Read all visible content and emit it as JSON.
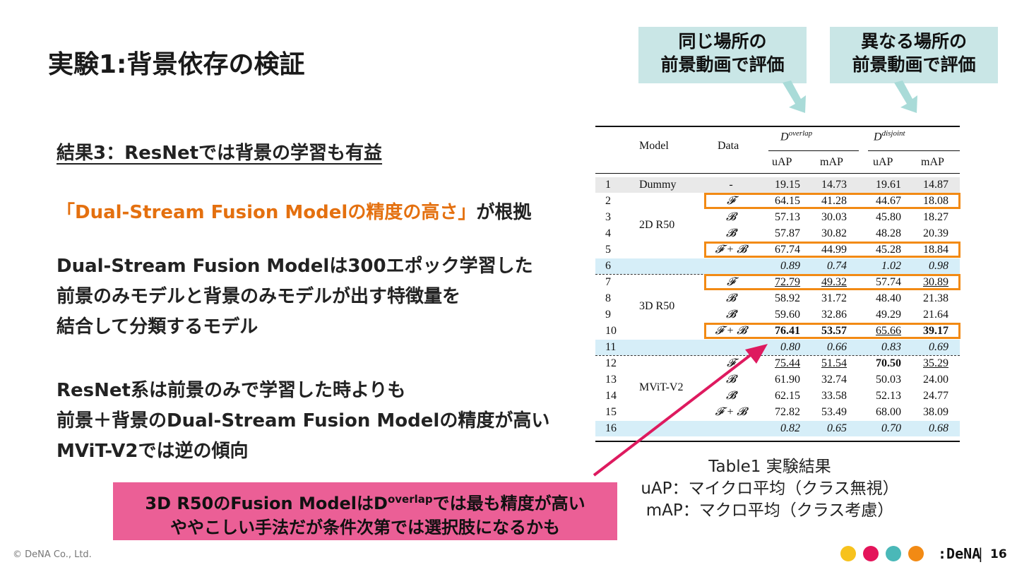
{
  "title": "実験1:背景依存の検証",
  "callouts": {
    "same": [
      "同じ場所の",
      "前景動画で評価"
    ],
    "different": [
      "異なる場所の",
      "前景動画で評価"
    ]
  },
  "result": {
    "heading": "結果3：ResNetでは背景の学習も有益",
    "basis_highlight": "「Dual-Stream Fusion Modelの精度の高さ」",
    "basis_suffix": "が根拠",
    "para1": [
      "Dual-Stream Fusion Modelは300エポック学習した",
      "前景のみモデルと背景のみモデルが出す特徴量を",
      "結合して分類するモデル"
    ],
    "para2": [
      "ResNet系は前景のみで学習した時よりも",
      "前景＋背景のDual-Stream Fusion Modelの精度が高い",
      "MViT-V2では逆の傾向"
    ]
  },
  "highlight_box": {
    "line1_pre": "3D R50のFusion ModelはD",
    "line1_sup": "overlap",
    "line1_post": "では最も精度が高い",
    "line2": "ややこしい手法だが条件次第では選択肢になるかも"
  },
  "caption": [
    "Table1 実験結果",
    "uAP：マイクロ平均（クラス無視）",
    "mAP：マクロ平均（クラス考慮）"
  ],
  "footer": {
    "copyright": "© DeNA Co., Ltd.",
    "logo": ":DeNA",
    "separator": "|",
    "page": "16"
  },
  "brand_colors": {
    "dot1": "#f7c21d",
    "dot2": "#e4145a",
    "dot3": "#4ab8b8",
    "dot4": "#f28a14",
    "orange": "#e4700f",
    "pink": "#eb5f96",
    "teal": "#c9e6e6"
  },
  "table": {
    "headers": {
      "model": "Model",
      "data": "Data",
      "overlap": "D",
      "overlap_sup": "overlap",
      "disjoint": "D",
      "disjoint_sup": "disjoint",
      "uap": "uAP",
      "map": "mAP"
    },
    "rows": [
      {
        "n": "1",
        "model": "Dummy",
        "data": "-",
        "ov_u": "19.15",
        "ov_m": "14.73",
        "dj_u": "19.61",
        "dj_m": "14.87"
      },
      {
        "n": "2",
        "model": "",
        "data": "𝓕",
        "ov_u": "64.15",
        "ov_m": "41.28",
        "dj_u": "44.67",
        "dj_m": "18.08"
      },
      {
        "n": "3",
        "model": "2D R50",
        "data": "𝓑",
        "ov_u": "57.13",
        "ov_m": "30.03",
        "dj_u": "45.80",
        "dj_m": "18.27"
      },
      {
        "n": "4",
        "model": "",
        "data": "𝓑̃",
        "ov_u": "57.87",
        "ov_m": "30.82",
        "dj_u": "48.28",
        "dj_m": "20.39"
      },
      {
        "n": "5",
        "model": "",
        "data": "𝓕 + 𝓑",
        "ov_u": "67.74",
        "ov_m": "44.99",
        "dj_u": "45.28",
        "dj_m": "18.84"
      },
      {
        "n": "6",
        "model": "",
        "data": "",
        "ov_u": "0.89",
        "ov_m": "0.74",
        "dj_u": "1.02",
        "dj_m": "0.98"
      },
      {
        "n": "7",
        "model": "",
        "data": "𝓕",
        "ov_u": "72.79",
        "ov_m": "49.32",
        "dj_u": "57.74",
        "dj_m": "30.89"
      },
      {
        "n": "8",
        "model": "3D R50",
        "data": "𝓑",
        "ov_u": "58.92",
        "ov_m": "31.72",
        "dj_u": "48.40",
        "dj_m": "21.38"
      },
      {
        "n": "9",
        "model": "",
        "data": "𝓑̃",
        "ov_u": "59.60",
        "ov_m": "32.86",
        "dj_u": "49.29",
        "dj_m": "21.64"
      },
      {
        "n": "10",
        "model": "",
        "data": "𝓕 + 𝓑",
        "ov_u": "76.41",
        "ov_m": "53.57",
        "dj_u": "65.66",
        "dj_m": "39.17"
      },
      {
        "n": "11",
        "model": "",
        "data": "",
        "ov_u": "0.80",
        "ov_m": "0.66",
        "dj_u": "0.83",
        "dj_m": "0.69"
      },
      {
        "n": "12",
        "model": "",
        "data": "𝓕",
        "ov_u": "75.44",
        "ov_m": "51.54",
        "dj_u": "70.50",
        "dj_m": "35.29"
      },
      {
        "n": "13",
        "model": "MViT-V2",
        "data": "𝓑",
        "ov_u": "61.90",
        "ov_m": "32.74",
        "dj_u": "50.03",
        "dj_m": "24.00"
      },
      {
        "n": "14",
        "model": "",
        "data": "𝓑̃",
        "ov_u": "62.15",
        "ov_m": "33.58",
        "dj_u": "52.13",
        "dj_m": "24.77"
      },
      {
        "n": "15",
        "model": "",
        "data": "𝓕 + 𝓑",
        "ov_u": "72.82",
        "ov_m": "53.49",
        "dj_u": "68.00",
        "dj_m": "38.09"
      },
      {
        "n": "16",
        "model": "",
        "data": "",
        "ov_u": "0.82",
        "ov_m": "0.65",
        "dj_u": "0.70",
        "dj_m": "0.68"
      }
    ]
  }
}
